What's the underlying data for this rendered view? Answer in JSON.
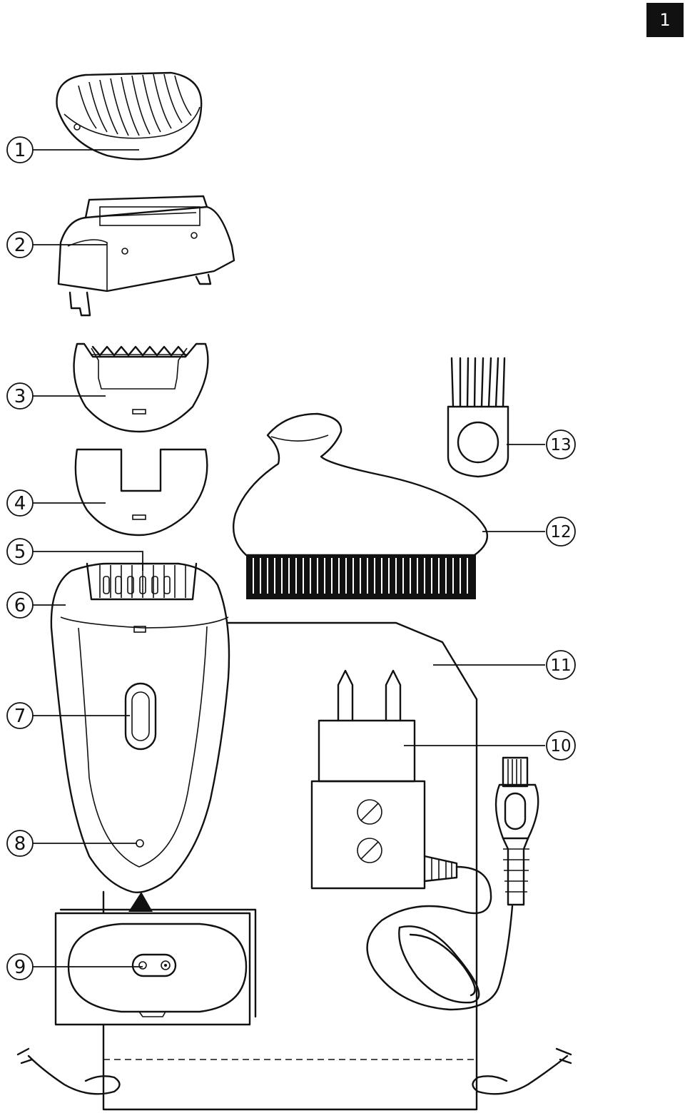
{
  "page_number": "1",
  "callouts": {
    "c1": "1",
    "c2": "2",
    "c3": "3",
    "c4": "4",
    "c5": "5",
    "c6": "6",
    "c7": "7",
    "c8": "8",
    "c9": "9",
    "c10": "10",
    "c11": "11",
    "c12": "12",
    "c13": "13"
  }
}
